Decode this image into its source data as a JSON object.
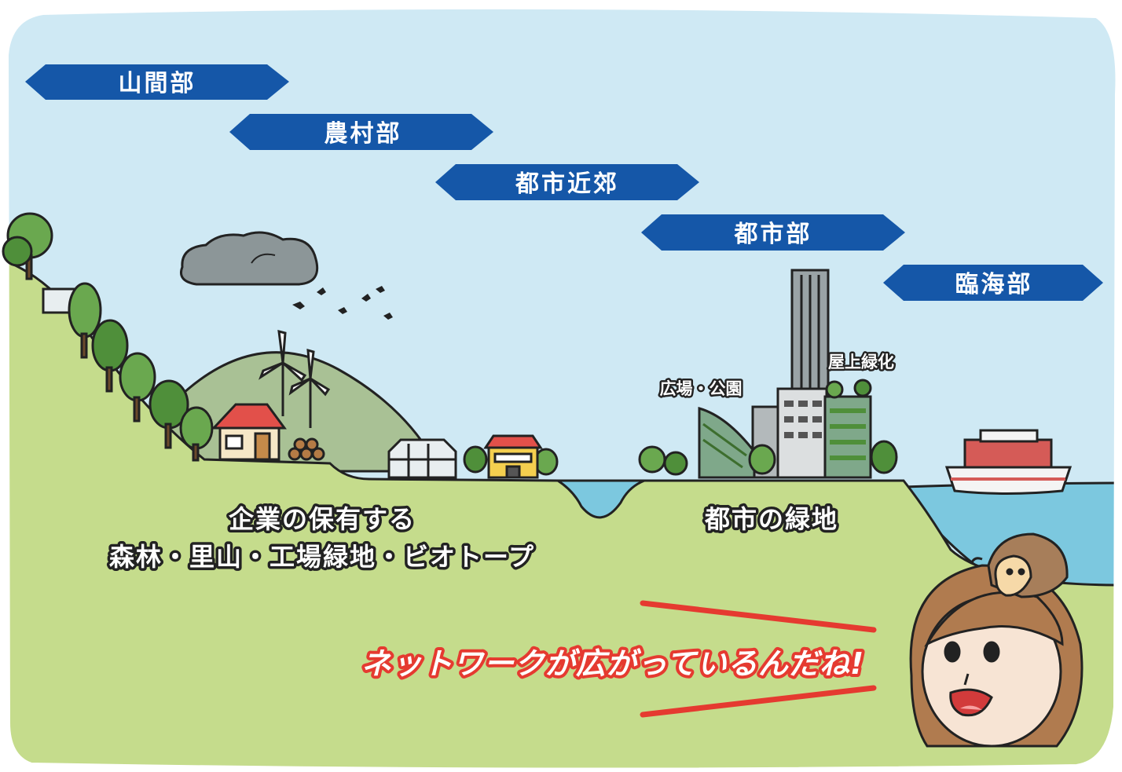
{
  "zones": [
    {
      "label": "山間部"
    },
    {
      "label": "農村部"
    },
    {
      "label": "都市近郊"
    },
    {
      "label": "都市部"
    },
    {
      "label": "臨海部"
    }
  ],
  "area_labels": {
    "corporate_line1": "企業の保有する",
    "corporate_line2": "森林・里山・工場緑地・ビオトープ",
    "urban_green": "都市の緑地",
    "plaza_park": "広場・公園",
    "rooftop": "屋上緑化"
  },
  "callout": "ネットワークが広がっているんだね!",
  "colors": {
    "sky": "#cfe9f4",
    "ground": "#c5dc8c",
    "banner": "#1557a8",
    "water": "#7cc8df",
    "callout": "#e53a30",
    "outline": "#222222"
  },
  "icons": [
    "tree-icon",
    "cloud-icon",
    "bird-icon",
    "wind-turbine-icon",
    "house-icon",
    "greenhouse-icon",
    "skyscraper-icon",
    "ship-icon",
    "hedgehog-icon",
    "girl-face-icon"
  ]
}
